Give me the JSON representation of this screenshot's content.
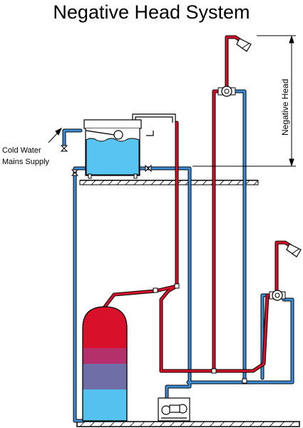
{
  "title": "Negative Head System",
  "labels": {
    "cold_water_line1": "Cold Water",
    "cold_water_line2": "Mains Supply",
    "negative_head": "Negative Head"
  },
  "colors": {
    "hot": "#d8102a",
    "cold": "#3d8ed6",
    "cylinder_top": "#d8102a",
    "cylinder_band1": "#b3306a",
    "cylinder_band2": "#6f6fa8",
    "cylinder_bottom": "#54c2ee",
    "tank_water": "#58c4f0"
  }
}
